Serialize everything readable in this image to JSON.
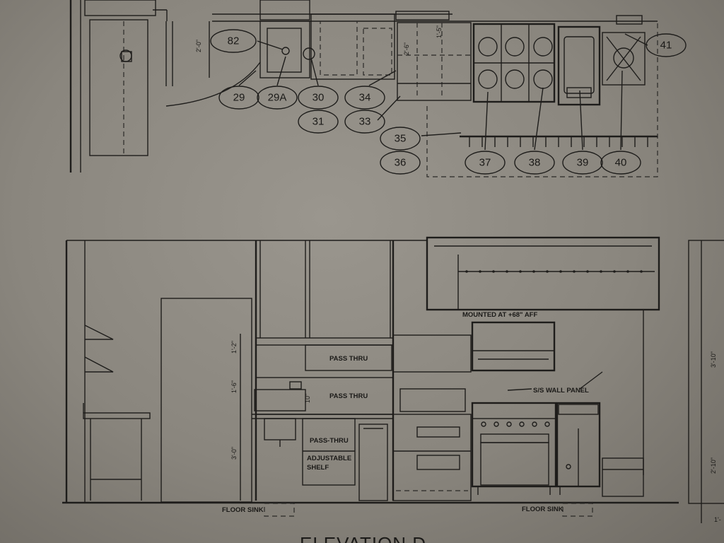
{
  "plan_tags": [
    {
      "id": "82"
    },
    {
      "id": "29"
    },
    {
      "id": "29A"
    },
    {
      "id": "30"
    },
    {
      "id": "31"
    },
    {
      "id": "34"
    },
    {
      "id": "33"
    },
    {
      "id": "35"
    },
    {
      "id": "36"
    },
    {
      "id": "37"
    },
    {
      "id": "38"
    },
    {
      "id": "39"
    },
    {
      "id": "40"
    },
    {
      "id": "41"
    }
  ],
  "plan_dims": {
    "d1": "2'-0\"",
    "d2": "2'-6\"",
    "d3": "1'-5\""
  },
  "elevation": {
    "title": "ELEVATION D",
    "notes": {
      "mounted": "MOUNTED AT +68\" AFF",
      "wall_panel": "S/S WALL PANEL",
      "pass_thru_upper": "PASS THRU",
      "pass_thru_middle": "PASS THRU",
      "pass_thru_lower": "PASS-THRU",
      "adjustable_1": "ADJUSTABLE",
      "adjustable_2": "SHELF",
      "floor_sink_1": "FLOOR SINK",
      "floor_sink_2": "FLOOR SINK"
    },
    "dims": {
      "d1": "1'-2\"",
      "d2": "1'-6\"",
      "d3": "10\"",
      "d4": "3'-0\"",
      "d5": "3'-10\"",
      "d6": "2'-10\"",
      "d7": "1'-"
    }
  }
}
